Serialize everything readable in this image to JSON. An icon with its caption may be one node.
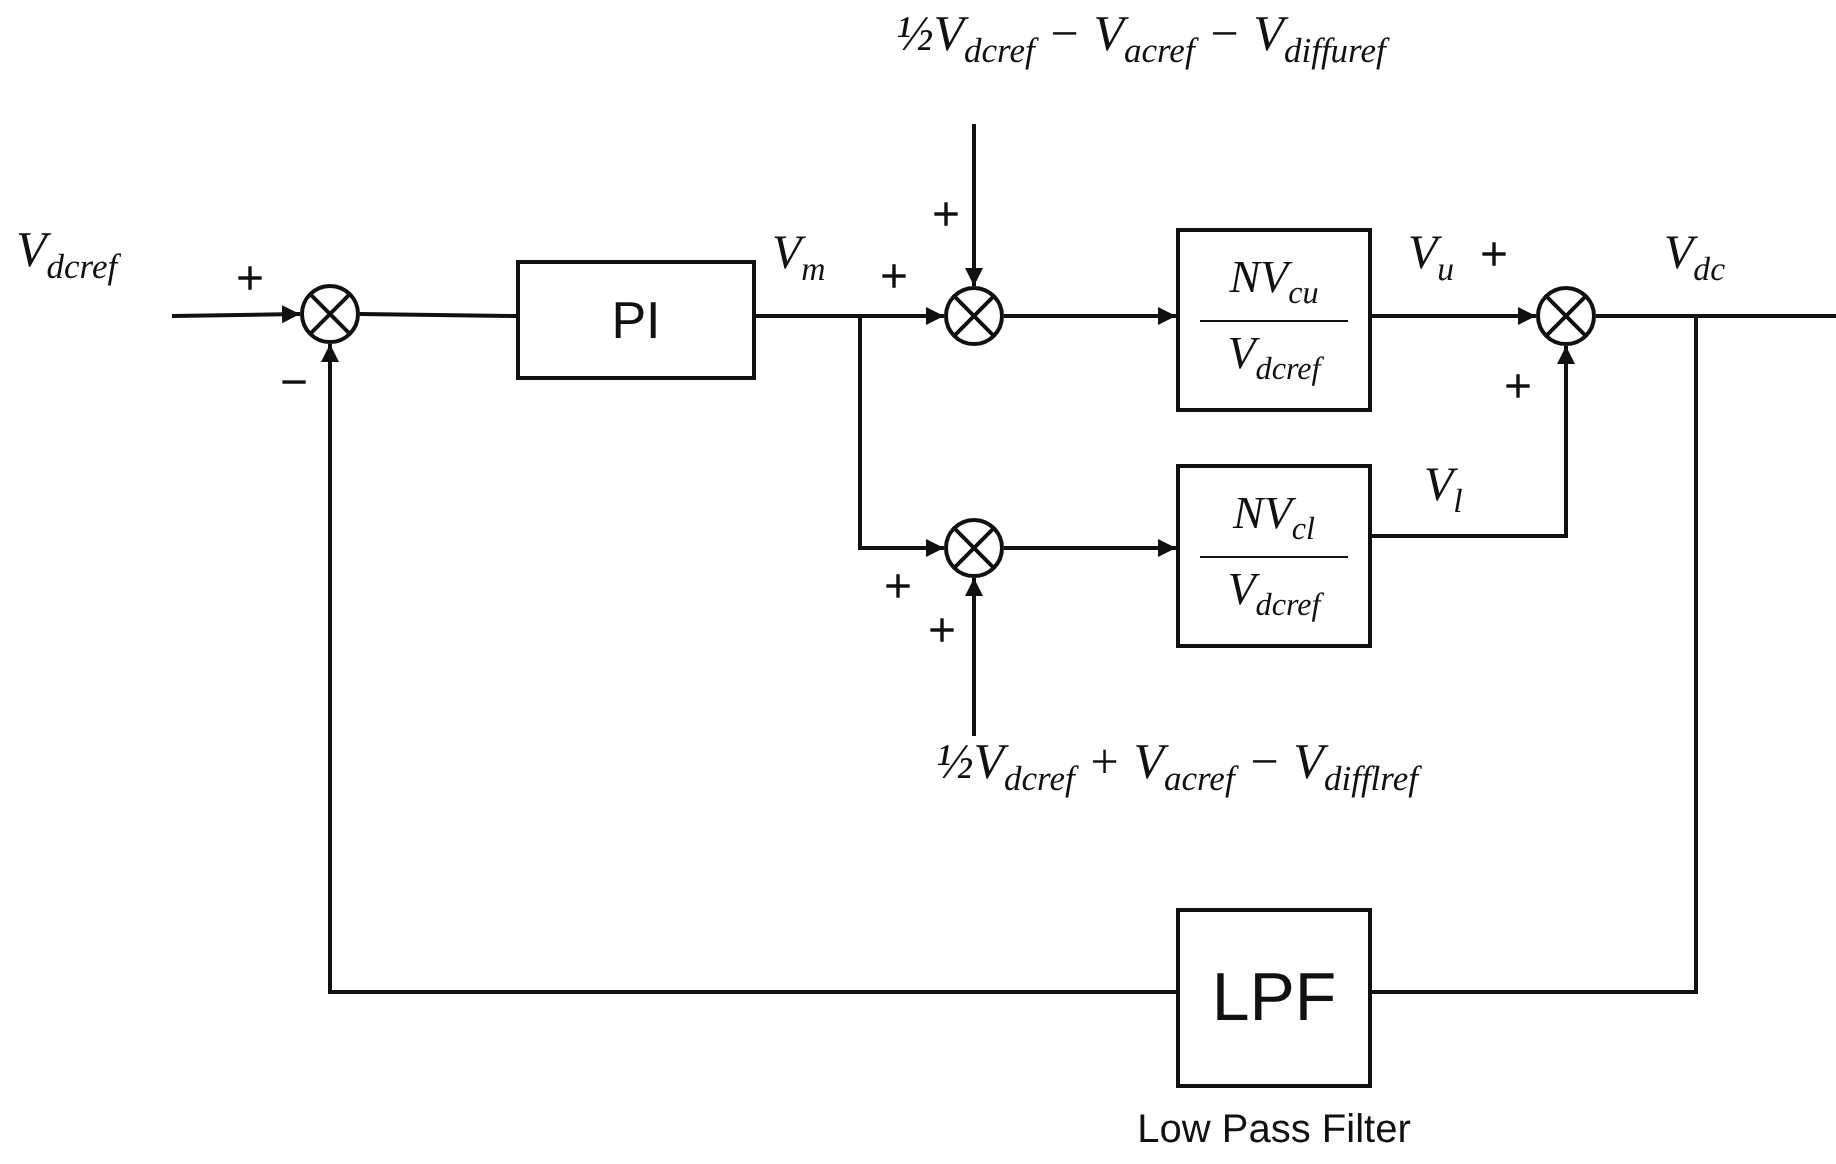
{
  "diagram": {
    "nodes": [
      {
        "text": [
          "V$_{dcref}$"
        ]
      },
      {
        "text": [],
        "shape": "circle"
      },
      {
        "text": [
          "PI"
        ]
      },
      {
        "text": [],
        "shape": "circle"
      },
      {
        "text": [
          "½V$_{dcref}$ − V$_{acref}$ − V$_{diffuref}$"
        ]
      },
      {
        "text": [
          "NV$_{cu}$",
          "V$_{dcref}$"
        ]
      },
      {
        "text": [],
        "shape": "circle"
      },
      {
        "text": [],
        "shape": "circle"
      },
      {
        "text": [
          "½V$_{dcref}$ + V$_{acref}$ − V$_{difflref}$"
        ]
      },
      {
        "text": [
          "NV$_{cl}$",
          "V$_{dcref}$"
        ]
      },
      {
        "text": [
          "LPF"
        ],
        "beside": [
          "Low Pass Filter"
        ]
      }
    ],
    "edges": [
      {
        "from": 0,
        "to": 1,
        "arrow": "to"
      },
      {
        "from": 1,
        "to": 2,
        "arrow": "none"
      },
      {
        "from": 2,
        "to": 3,
        "arrow": "to",
        "label": "V$_{m}$"
      },
      {
        "from": 2,
        "to": 7,
        "arrow": "to"
      },
      {
        "from": 4,
        "to": 3,
        "arrow": "to"
      },
      {
        "from": 3,
        "to": 5,
        "arrow": "to"
      },
      {
        "from": 5,
        "to": 6,
        "arrow": "to",
        "label": "V$_{u}$"
      },
      {
        "from": 8,
        "to": 7,
        "arrow": "to"
      },
      {
        "from": 7,
        "to": 9,
        "arrow": "to"
      },
      {
        "from": 9,
        "to": 6,
        "arrow": "to",
        "label": "V$_{l}$"
      },
      {
        "from": 6,
        "to": null,
        "arrow": "none",
        "label": "V$_{dc}$"
      },
      {
        "from": 6,
        "to": 10,
        "arrow": "none"
      },
      {
        "from": 10,
        "to": 1,
        "arrow": "to"
      }
    ],
    "labels": [
      "+",
      "−",
      "+",
      "+",
      "+",
      "+",
      "+",
      "+"
    ]
  }
}
